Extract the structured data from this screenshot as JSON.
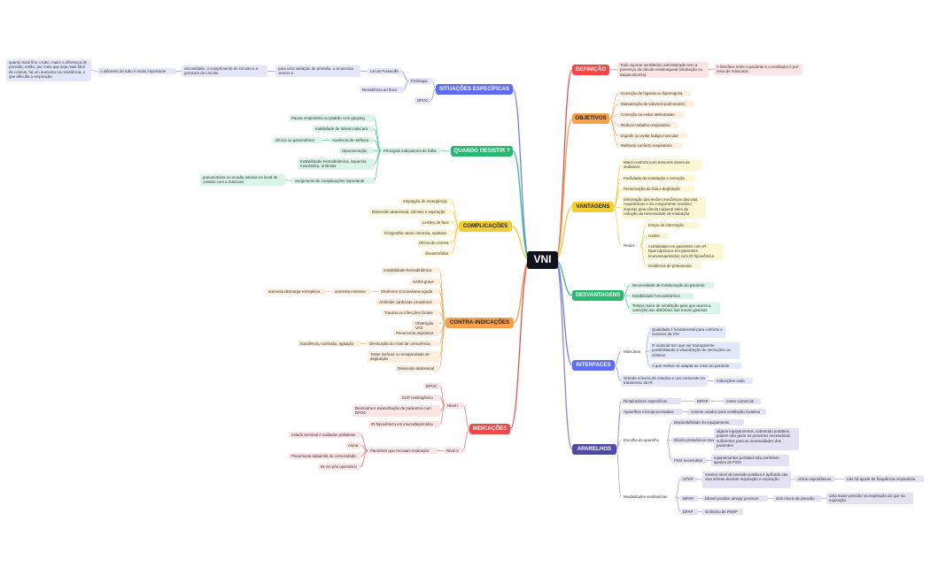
{
  "colors": {
    "red": {
      "stroke": "#e85050",
      "bg": "#fde4e4",
      "main": "#f04848",
      "mainText": "#ffffff"
    },
    "orange": {
      "stroke": "#f0a050",
      "bg": "#fdeedd",
      "main": "#f5a24b",
      "mainText": "#222222"
    },
    "yellow": {
      "stroke": "#f2c830",
      "bg": "#fdf6d2",
      "main": "#f6cd2e",
      "mainText": "#222222"
    },
    "green": {
      "stroke": "#2fbf7f",
      "bg": "#d9f5e6",
      "main": "#27b96f",
      "mainText": "#ffffff"
    },
    "blue": {
      "stroke": "#6f7ff0",
      "bg": "#e3e7fc",
      "main": "#5b6ef5",
      "mainText": "#ffffff"
    },
    "purple": {
      "stroke": "#8f86c8",
      "bg": "#e4e1f5",
      "main": "#4e4aa8",
      "mainText": "#ffffff"
    }
  },
  "root": {
    "text": "VNI"
  },
  "nodes": [
    {
      "id": "def",
      "text": "DEFINIÇÃO",
      "c": "red",
      "type": "main"
    },
    {
      "id": "def1",
      "text": "Todo suporte ventilatório administrado sem a presença da cânula endotraqueal (intubação ou traqueostomia)",
      "c": "red"
    },
    {
      "id": "def2",
      "text": "A interface entre o paciente e o ventilador é por meio de máscaras",
      "c": "red"
    },
    {
      "id": "obj",
      "text": "OBJETIVOS",
      "c": "orange",
      "type": "main"
    },
    {
      "id": "obj1",
      "text": "Correção de hipoxia ou hipercapnia",
      "c": "orange"
    },
    {
      "id": "obj2",
      "text": "Manutenção de volumes pulmonares",
      "c": "orange"
    },
    {
      "id": "obj3",
      "text": "Correção ou evitar atelectasias",
      "c": "orange"
    },
    {
      "id": "obj4",
      "text": "Reduzir trabalho respiratório",
      "c": "orange"
    },
    {
      "id": "obj5",
      "text": "Impedir ou evitar fadiga muscular",
      "c": "orange"
    },
    {
      "id": "obj6",
      "text": "Melhorar conforto respiratório",
      "c": "orange"
    },
    {
      "id": "van",
      "text": "VANTAGENS",
      "c": "yellow",
      "type": "main"
    },
    {
      "id": "van1",
      "text": "Maior conforto com menores doses de sedativos",
      "c": "yellow"
    },
    {
      "id": "van2",
      "text": "Facilidade de instalação e remoção",
      "c": "yellow"
    },
    {
      "id": "van3",
      "text": "Preservação da fala e deglutição",
      "c": "yellow"
    },
    {
      "id": "van4",
      "text": "Eliminação das lesões mecânicas das vias respiratórias e do componente resistivo imposto pela cânula traqueal além da redução da necessidade de intubação",
      "c": "yellow"
    },
    {
      "id": "van5",
      "text": "Reduz",
      "c": "yellow",
      "plain": true
    },
    {
      "id": "van51",
      "text": "tempo de internação",
      "c": "yellow"
    },
    {
      "id": "van52",
      "text": "custos",
      "c": "yellow"
    },
    {
      "id": "van53",
      "text": "mortalidade em pacientes com IR hipercápnica e em pacientes imunossuprimidos com IR hipoxêmica",
      "c": "yellow"
    },
    {
      "id": "van54",
      "text": "incidência de pneumonia",
      "c": "yellow"
    },
    {
      "id": "des",
      "text": "DESVANTAGENS",
      "c": "green",
      "type": "main"
    },
    {
      "id": "des1",
      "text": "Necessidade de Colaboração do paciente",
      "c": "green"
    },
    {
      "id": "des2",
      "text": "Estabilidade hemodinâmica",
      "c": "green"
    },
    {
      "id": "des3",
      "text": "Tempo maior de ventilação para que ocorra a correção dos distúrbios nas trocas gasosas",
      "c": "green"
    },
    {
      "id": "int",
      "text": "INTERFACES",
      "c": "blue",
      "type": "main"
    },
    {
      "id": "int1",
      "text": "Máscaras",
      "c": "blue",
      "plain": true
    },
    {
      "id": "int11",
      "text": "Qualidade é fundamental para conforto e sucesso da VNI",
      "c": "blue"
    },
    {
      "id": "int12",
      "text": "O material tem que ser transparente possibilitando a visualização de secreções ou vômitos",
      "c": "blue"
    },
    {
      "id": "int13",
      "text": "A que melhor se adapta ao rosto do paciente",
      "c": "blue"
    },
    {
      "id": "int2",
      "text": "Grande número de estudos e uso crescente no tratamento da IR",
      "c": "blue"
    },
    {
      "id": "int21",
      "text": "Indicações cada",
      "c": "blue"
    },
    {
      "id": "apa",
      "text": "APARELHOS",
      "c": "purple",
      "type": "main"
    },
    {
      "id": "apa1",
      "text": "Respiradores específicos",
      "c": "purple"
    },
    {
      "id": "apa11",
      "text": "BIPAP",
      "c": "purple"
    },
    {
      "id": "apa111",
      "text": "nome comercial",
      "c": "purple"
    },
    {
      "id": "apa2",
      "text": "Aparelhos microprocessados",
      "c": "purple"
    },
    {
      "id": "apa21",
      "text": "comum usados para ventilação invasiva",
      "c": "purple"
    },
    {
      "id": "apa3",
      "text": "Escolha do aparelho",
      "c": "purple",
      "plain": true
    },
    {
      "id": "apa31",
      "text": "Disponibilidade do equipamento",
      "c": "purple"
    },
    {
      "id": "apa32",
      "text": "Níveis pressóricos necessários",
      "c": "purple"
    },
    {
      "id": "apa321",
      "text": "alguns equipamentos, sobretudo portáteis, podem não gerar as pressões necessárias suficientes para as necessidades dos pacientes",
      "c": "purple"
    },
    {
      "id": "apa33",
      "text": "FiO2 necessária",
      "c": "purple"
    },
    {
      "id": "apa331",
      "text": "equipamentos portáteis não permitem ajustes de FiO2",
      "c": "purple"
    },
    {
      "id": "apa4",
      "text": "Modalidades ventilatórias",
      "c": "purple",
      "plain": true
    },
    {
      "id": "apa41",
      "text": "CPAP",
      "c": "purple"
    },
    {
      "id": "apa411",
      "text": "mesmo nível de pressão positiva é aplicado nas vias aéreas durante inspiração e expiração",
      "c": "purple"
    },
    {
      "id": "apa4111",
      "text": "ciclos espontâneos",
      "c": "purple"
    },
    {
      "id": "apa41111",
      "text": "não há ajuste de frequência respiratória",
      "c": "purple"
    },
    {
      "id": "apa42",
      "text": "BiPAP",
      "c": "purple"
    },
    {
      "id": "apa421",
      "text": "bilevel positive airway pressure",
      "c": "purple"
    },
    {
      "id": "apa4211",
      "text": "dois níveis de pressão",
      "c": "purple"
    },
    {
      "id": "apa42111",
      "text": "uma maior pressão na inspiração do que na expiração",
      "c": "purple"
    },
    {
      "id": "apa43",
      "text": "EPAP",
      "c": "purple"
    },
    {
      "id": "apa431",
      "text": "sinônimo de PEEP",
      "c": "purple"
    },
    {
      "id": "sit",
      "text": "SITUAÇÕES ESPECÍFICAS",
      "c": "blue",
      "type": "main"
    },
    {
      "id": "sit1",
      "text": "Fisiologia",
      "c": "blue"
    },
    {
      "id": "sit11",
      "text": "Lei de Poiseuille",
      "c": "blue"
    },
    {
      "id": "sit111",
      "text": "para uma variação de pressão, o ar precisa vencer a",
      "c": "blue"
    },
    {
      "id": "sit1111",
      "text": "viscosidade, o comprimento do circuito e a grossura do circuito",
      "c": "blue"
    },
    {
      "id": "sit11111",
      "text": "o diâmetro do tubo é muito importante",
      "c": "blue"
    },
    {
      "id": "sit111111",
      "text": "quanto mais fino o tubo, maior a diferença de pressão, então, por mais que seja mais fácil de colocar, há um aumento na resistência, o que dificulta a respiração",
      "c": "blue"
    },
    {
      "id": "sit12",
      "text": "Resistência ao fluxo",
      "c": "blue"
    },
    {
      "id": "sit2",
      "text": "DPOC",
      "c": "blue"
    },
    {
      "id": "qd",
      "text": "QUANDO DESISTIR ?",
      "c": "green",
      "type": "main"
    },
    {
      "id": "qd1",
      "text": "Principais indicadores de falha",
      "c": "green"
    },
    {
      "id": "qd11",
      "text": "Pausa respiratória ou padrão com gasping",
      "c": "green"
    },
    {
      "id": "qd12",
      "text": "Inabilidade de tolerar máscara",
      "c": "green"
    },
    {
      "id": "qd13",
      "text": "Ausência de melhora",
      "c": "green"
    },
    {
      "id": "qd131",
      "text": "clínica ou gasométrica",
      "c": "green"
    },
    {
      "id": "qd14",
      "text": "Hipersecreção",
      "c": "green"
    },
    {
      "id": "qd15",
      "text": "Instabilidade hemodinâmica, isquemia miocárdica, arritmias",
      "c": "green"
    },
    {
      "id": "qd16",
      "text": "Surgimento de complicações importante",
      "c": "green"
    },
    {
      "id": "qd161",
      "text": "pneumotórax ou erosão intensa no local de contato com a máscara",
      "c": "green"
    },
    {
      "id": "com",
      "text": "COMPLICAÇÕES",
      "c": "yellow",
      "type": "main"
    },
    {
      "id": "com1",
      "text": "Intubação de emergência",
      "c": "yellow"
    },
    {
      "id": "com2",
      "text": "Distensão abdominal, vômitos e aspiração",
      "c": "yellow"
    },
    {
      "id": "com3",
      "text": "Lesões de face",
      "c": "yellow"
    },
    {
      "id": "com4",
      "text": "Congestão nasal, rinorreia, epistaxe",
      "c": "yellow"
    },
    {
      "id": "com5",
      "text": "Úlcera de córnea",
      "c": "yellow"
    },
    {
      "id": "com6",
      "text": "Claustrofobia",
      "c": "yellow"
    },
    {
      "id": "ci",
      "text": "CONTRA-INDICAÇÕES",
      "c": "orange",
      "type": "main"
    },
    {
      "id": "ci1",
      "text": "Instabilidade hemodinâmica",
      "c": "orange"
    },
    {
      "id": "ci2",
      "text": "SARA grave",
      "c": "orange"
    },
    {
      "id": "ci3",
      "text": "Síndrome Coronariana Aguda",
      "c": "orange"
    },
    {
      "id": "ci31",
      "text": "aumenta estresse",
      "c": "orange"
    },
    {
      "id": "ci311",
      "text": "aumenta descarga energética",
      "c": "orange"
    },
    {
      "id": "ci4",
      "text": "Arritmias cardíacas complexas",
      "c": "orange"
    },
    {
      "id": "ci5",
      "text": "Trauma ou infecções faciais",
      "c": "orange"
    },
    {
      "id": "ci6",
      "text": "Obstrução VAS",
      "c": "orange"
    },
    {
      "id": "ci7",
      "text": "Pneumonia aspirativa",
      "c": "orange"
    },
    {
      "id": "ci8",
      "text": "Diminuição do nível de consciência",
      "c": "orange"
    },
    {
      "id": "ci81",
      "text": "sonolência, confusão, agitação",
      "c": "orange"
    },
    {
      "id": "ci9",
      "text": "Tosse ineficaz ou incapacidade de deglutição",
      "c": "orange"
    },
    {
      "id": "ci10",
      "text": "Distensão abdominal",
      "c": "orange"
    },
    {
      "id": "ind",
      "text": "INDICAÇÕES",
      "c": "red",
      "type": "main"
    },
    {
      "id": "ind1",
      "text": "Nível I",
      "c": "red"
    },
    {
      "id": "ind11",
      "text": "DPOC",
      "c": "red"
    },
    {
      "id": "ind12",
      "text": "EAP cardiogênico",
      "c": "red"
    },
    {
      "id": "ind13",
      "text": "Desmame e exacerbação de pacientes com DPOC",
      "c": "red"
    },
    {
      "id": "ind14",
      "text": "IR hipoxêmica em imunodeprimidos",
      "c": "red"
    },
    {
      "id": "ind2",
      "text": "Nível 2",
      "c": "red"
    },
    {
      "id": "ind21",
      "text": "Pacientes que recusam intubação",
      "c": "red"
    },
    {
      "id": "ind211",
      "text": "estado terminal e cuidados paliativos",
      "c": "red"
    },
    {
      "id": "ind212",
      "text": "Asma",
      "c": "red"
    },
    {
      "id": "ind213",
      "text": "Pneumonia adquirida na comunidade",
      "c": "red"
    },
    {
      "id": "ind214",
      "text": "IR em pós operatório",
      "c": "red"
    }
  ]
}
